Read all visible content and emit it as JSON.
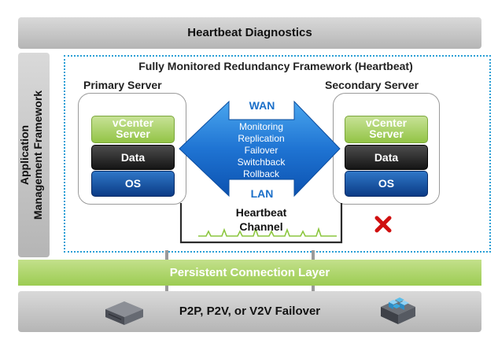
{
  "header": {
    "title": "Heartbeat Diagnostics"
  },
  "side_panel": {
    "line1": "Application",
    "line2": "Management Framework"
  },
  "framework": {
    "title": "Fully Monitored Redundancy Framework (Heartbeat)"
  },
  "primary": {
    "label": "Primary Server",
    "vcenter": [
      "vCenter",
      "Server"
    ],
    "data": "Data",
    "os": "OS"
  },
  "secondary": {
    "label": "Secondary Server",
    "vcenter": [
      "vCenter",
      "Server"
    ],
    "data": "Data",
    "os": "OS"
  },
  "arrow": {
    "top": "WAN",
    "bottom": "LAN",
    "items": [
      "Monitoring",
      "Replication",
      "Failover",
      "Switchback",
      "Rollback"
    ]
  },
  "heartbeat": {
    "line1": "Heartbeat",
    "line2": "Channel"
  },
  "connection": {
    "label": "Persistent Connection Layer"
  },
  "footer": {
    "label": "P2P, P2V, or V2V Failover"
  },
  "colors": {
    "accent_green": "#9ccc52",
    "arrow_blue": "#1f74d3",
    "status_red": "#d01010"
  },
  "icons": [
    "physical-server-icon",
    "virtual-machine-icon",
    "failure-x-icon"
  ]
}
